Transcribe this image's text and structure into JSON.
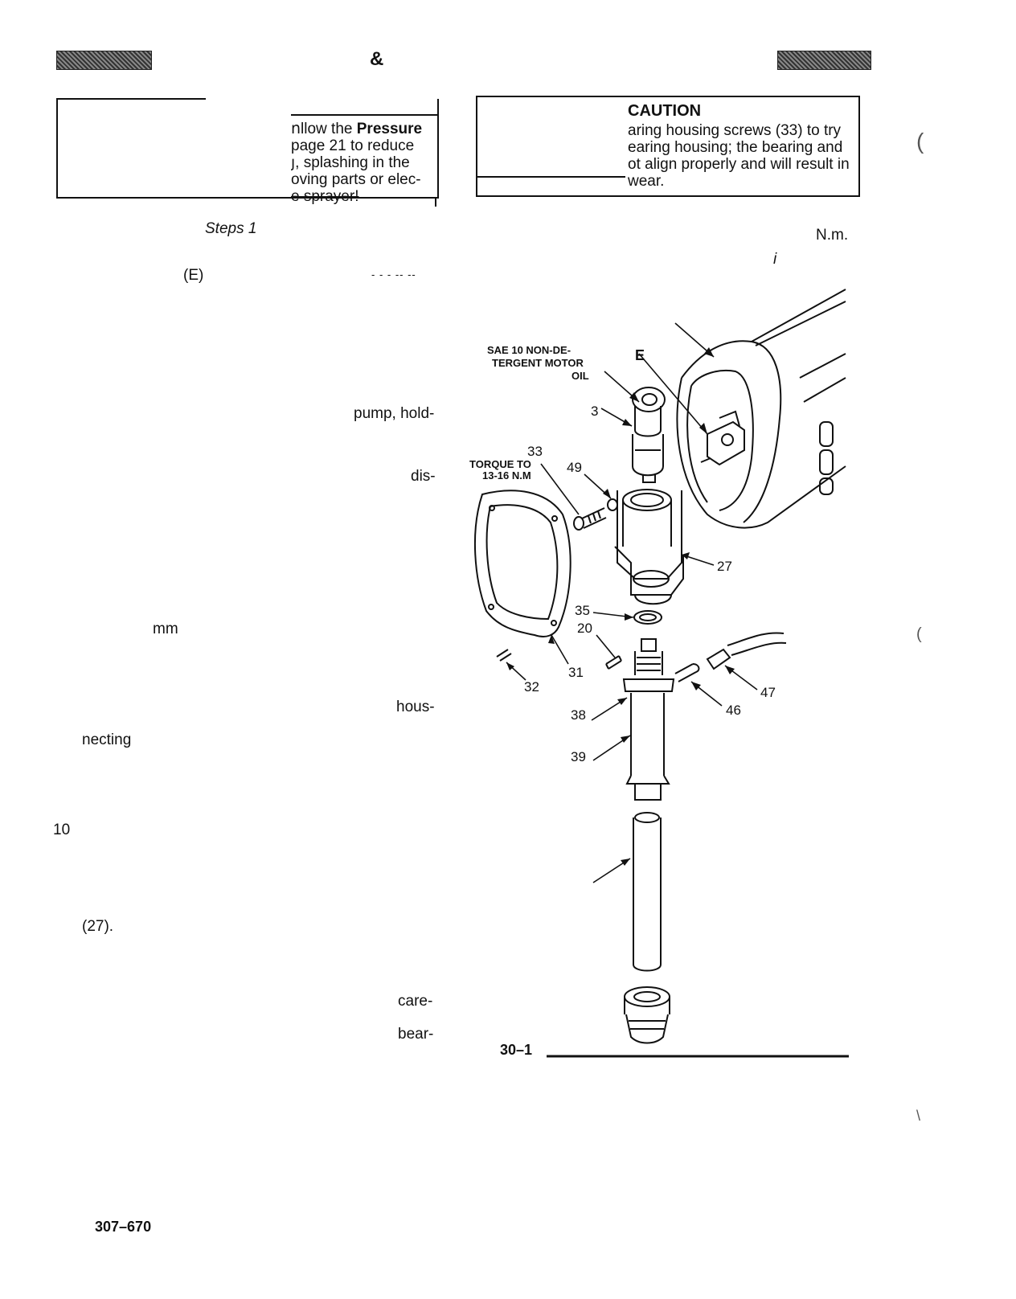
{
  "header": {
    "ampersand": "&"
  },
  "warning_box": {
    "lines": [
      "ոllow the Pressure",
      "page 21 to reduce",
      "յ, splashing in the",
      "oving parts or elec-",
      "e sprayer!"
    ],
    "bold_word": "Pressure"
  },
  "caution_box": {
    "title": "CAUTION",
    "lines": [
      "aring housing screws (33) to try",
      "earing housing; the bearing and",
      "ot align properly and will result in",
      "wear."
    ]
  },
  "left_fragments": {
    "steps": "Steps 1",
    "e_ref": "(E)",
    "dashes": "- - - -- --",
    "pump": "pump, hold-",
    "dis": "dis-",
    "mm": "mm",
    "hous": "hous-",
    "necting": "necting",
    "ten": "10",
    "ref27": "(27).",
    "care": "care-",
    "bear": "bear-"
  },
  "right_fragments": {
    "nm": "N.m.",
    "tick": "i"
  },
  "diagram": {
    "oil_label": [
      "SAE 10 NON-DE-",
      "TERGENT MOTOR",
      "OIL"
    ],
    "torque_label": [
      "33",
      "TORQUE TO",
      "13-16 N.M"
    ],
    "e_label": "E",
    "callouts": [
      "3",
      "49",
      "27",
      "35",
      "20",
      "31",
      "32",
      "38",
      "39",
      "46",
      "47"
    ]
  },
  "figure_caption": "30–1",
  "page_number": "307–670"
}
